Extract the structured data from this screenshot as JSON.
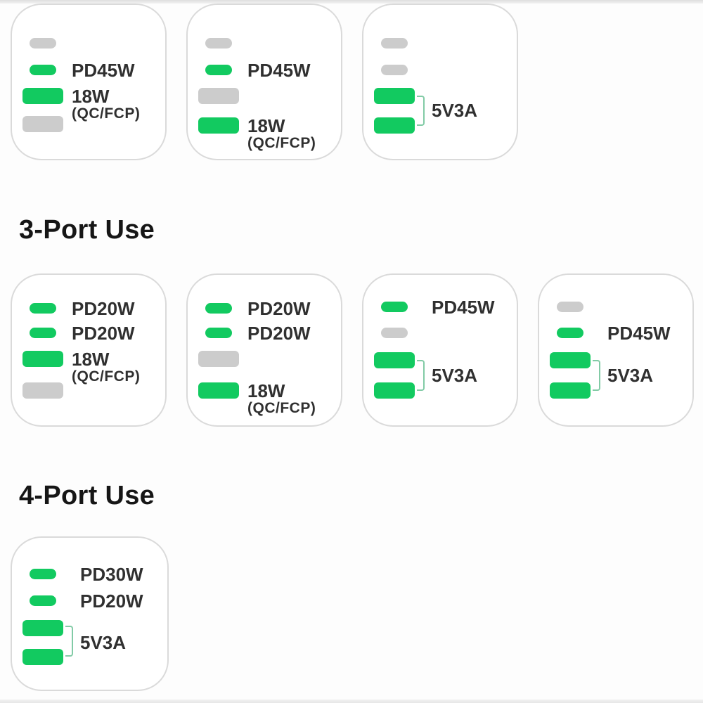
{
  "colors": {
    "active_green": "#12ca60",
    "inactive_gray": "#cccccc",
    "bracket_green": "#82cba6",
    "label_text": "#303030",
    "heading_text": "#161616",
    "card_border": "#dadada",
    "card_bg": "#ffffff",
    "page_bg": "#fdfdfd"
  },
  "legend": {
    "small_pill_meaning": "usb-c-port",
    "big_pill_meaning": "usb-a-port",
    "green_meaning": "active",
    "gray_meaning": "inactive"
  },
  "sections": [
    {
      "heading": "",
      "cards": [
        {
          "ports": [
            {
              "type": "usb-c",
              "state": "inactive",
              "label": ""
            },
            {
              "type": "usb-c",
              "state": "active",
              "label": "PD45W"
            },
            {
              "type": "usb-a",
              "state": "active",
              "label": "18W",
              "sublabel": "(QC/FCP)"
            },
            {
              "type": "usb-a",
              "state": "inactive",
              "label": ""
            }
          ]
        },
        {
          "ports": [
            {
              "type": "usb-c",
              "state": "inactive",
              "label": ""
            },
            {
              "type": "usb-c",
              "state": "active",
              "label": "PD45W"
            },
            {
              "type": "usb-a",
              "state": "inactive",
              "label": ""
            },
            {
              "type": "usb-a",
              "state": "active",
              "label": "18W",
              "sublabel": "(QC/FCP)"
            }
          ]
        },
        {
          "ports": [
            {
              "type": "usb-c",
              "state": "inactive",
              "label": ""
            },
            {
              "type": "usb-c",
              "state": "inactive",
              "label": ""
            },
            {
              "type": "usb-a",
              "state": "active",
              "label": ""
            },
            {
              "type": "usb-a",
              "state": "active",
              "label": ""
            }
          ],
          "group_label": "5V3A"
        }
      ]
    },
    {
      "heading": "3-Port Use",
      "cards": [
        {
          "ports": [
            {
              "type": "usb-c",
              "state": "active",
              "label": "PD20W"
            },
            {
              "type": "usb-c",
              "state": "active",
              "label": "PD20W"
            },
            {
              "type": "usb-a",
              "state": "active",
              "label": "18W",
              "sublabel": "(QC/FCP)"
            },
            {
              "type": "usb-a",
              "state": "inactive",
              "label": ""
            }
          ]
        },
        {
          "ports": [
            {
              "type": "usb-c",
              "state": "active",
              "label": "PD20W"
            },
            {
              "type": "usb-c",
              "state": "active",
              "label": "PD20W"
            },
            {
              "type": "usb-a",
              "state": "inactive",
              "label": ""
            },
            {
              "type": "usb-a",
              "state": "active",
              "label": "18W",
              "sublabel": "(QC/FCP)"
            }
          ]
        },
        {
          "ports": [
            {
              "type": "usb-c",
              "state": "active",
              "label": "PD45W"
            },
            {
              "type": "usb-c",
              "state": "inactive",
              "label": ""
            },
            {
              "type": "usb-a",
              "state": "active",
              "label": ""
            },
            {
              "type": "usb-a",
              "state": "active",
              "label": ""
            }
          ],
          "group_label": "5V3A"
        },
        {
          "ports": [
            {
              "type": "usb-c",
              "state": "inactive",
              "label": ""
            },
            {
              "type": "usb-c",
              "state": "active",
              "label": "PD45W"
            },
            {
              "type": "usb-a",
              "state": "active",
              "label": ""
            },
            {
              "type": "usb-a",
              "state": "active",
              "label": ""
            }
          ],
          "group_label": "5V3A"
        }
      ]
    },
    {
      "heading": "4-Port Use",
      "cards": [
        {
          "ports": [
            {
              "type": "usb-c",
              "state": "active",
              "label": "PD30W"
            },
            {
              "type": "usb-c",
              "state": "active",
              "label": "PD20W"
            },
            {
              "type": "usb-a",
              "state": "active",
              "label": ""
            },
            {
              "type": "usb-a",
              "state": "active",
              "label": ""
            }
          ],
          "group_label": "5V3A"
        }
      ]
    }
  ]
}
